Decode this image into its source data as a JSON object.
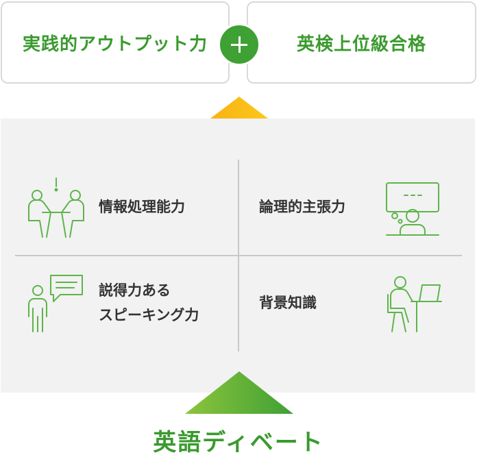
{
  "top": {
    "left_label": "実践的アウトプット力",
    "right_label": "英検上位級合格"
  },
  "grid": {
    "top_left": "情報処理能力",
    "top_right": "論理的主張力",
    "bottom_left_line1": "説得力ある",
    "bottom_left_line2": "スピーキング力",
    "bottom_right": "背景知識"
  },
  "bottom": {
    "title": "英語ディベート"
  },
  "colors": {
    "green": "#3a9a2e",
    "icon_green": "#5cb54a",
    "triangle_top_start": "#f6a80f",
    "triangle_top_end": "#ffd21f",
    "triangle_bottom_start": "#8cc43d",
    "triangle_bottom_end": "#3fa034"
  },
  "icons": [
    "meeting-icon",
    "presentation-icon",
    "speech-bubble-icon",
    "desk-computer-icon"
  ]
}
